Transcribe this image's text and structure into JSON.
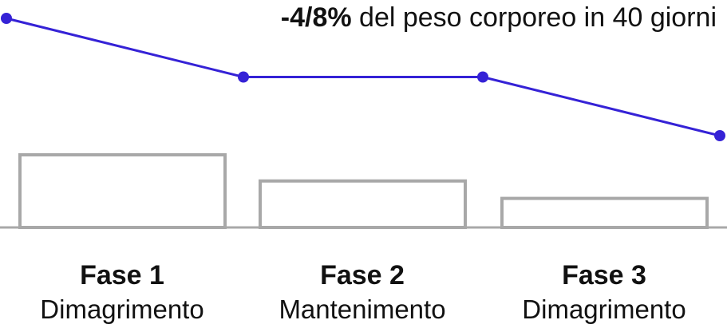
{
  "headline": {
    "value": "-4/8%",
    "text": " del peso corporeo in 40 giorni"
  },
  "chart_data": {
    "type": "line",
    "line_points": [
      100,
      60,
      60,
      20
    ],
    "bars": [
      {
        "name": "Fase 1",
        "description": "Dimagrimento",
        "value": 100
      },
      {
        "name": "Fase 2",
        "description": "Mantenimento",
        "value": 64
      },
      {
        "name": "Fase 3",
        "description": "Dimagrimento",
        "value": 40
      }
    ],
    "colors": {
      "line": "#3522d6",
      "bar_outline": "#a8a8a8",
      "baseline": "#a8a8a8"
    }
  }
}
